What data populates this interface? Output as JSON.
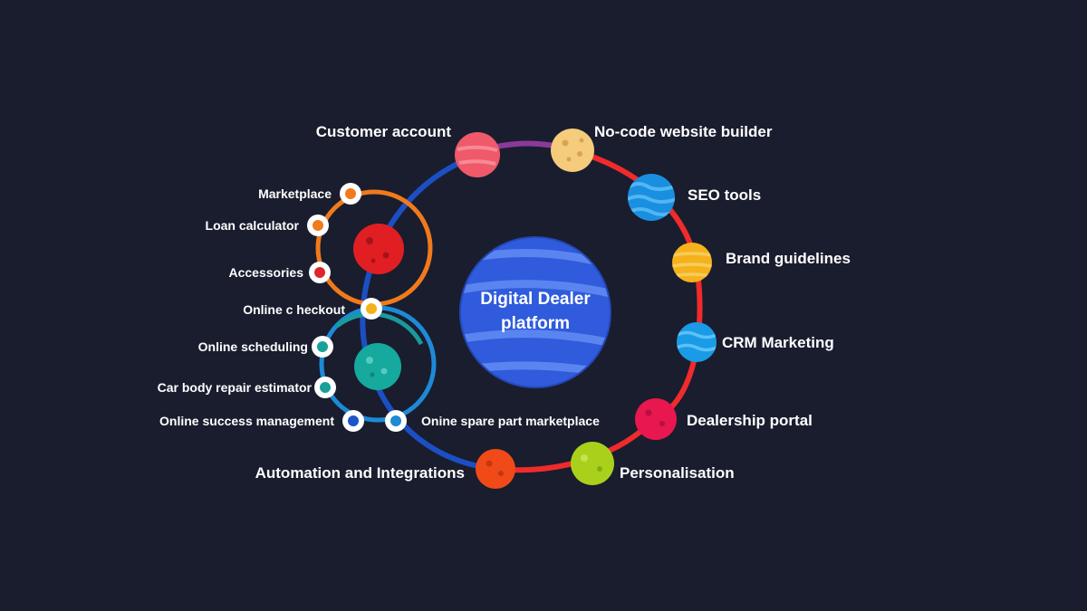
{
  "center": {
    "line1": "Digital Dealer",
    "line2": "platform"
  },
  "outer_ring": [
    {
      "id": "customer-account",
      "label": "Customer account"
    },
    {
      "id": "no-code-website-builder",
      "label": "No-code  website builder"
    },
    {
      "id": "seo-tools",
      "label": "SEO tools"
    },
    {
      "id": "brand-guidelines",
      "label": "Brand guidelines"
    },
    {
      "id": "crm-marketing",
      "label": "CRM Marketing"
    },
    {
      "id": "dealership-portal",
      "label": "Dealership portal"
    },
    {
      "id": "personalisation",
      "label": "Personalisation"
    },
    {
      "id": "automation-and-integrations",
      "label": "Automation and Integrations"
    }
  ],
  "upper_loop": [
    {
      "id": "marketplace",
      "label": "Marketplace",
      "color": "#f07a1c"
    },
    {
      "id": "loan-calculator",
      "label": "Loan calculator",
      "color": "#f07a1c"
    },
    {
      "id": "accessories",
      "label": "Accessories",
      "color": "#e0242b"
    },
    {
      "id": "online-checkout",
      "label": "Online c heckout",
      "color": "#f2b21a"
    }
  ],
  "lower_loop": [
    {
      "id": "online-scheduling",
      "label": "Online scheduling",
      "color": "#18a19a"
    },
    {
      "id": "car-body-repair-estimator",
      "label": "Car body repair estimator",
      "color": "#18a19a"
    },
    {
      "id": "online-success-management",
      "label": "Online success management",
      "color": "#1d55c8"
    },
    {
      "id": "online-spare-part-marketplace",
      "label": "Onine spare part marketplace",
      "color": "#1d8ad6"
    }
  ],
  "colors": {
    "background": "#191d2e",
    "ring_blue": "#1d4fc4",
    "ring_purple": "#8a3a9a",
    "ring_red": "#ef2b2b",
    "loop_orange": "#f07a1c",
    "loop_blue": "#1d8ad6",
    "center_planet": "#2f5bdc"
  }
}
